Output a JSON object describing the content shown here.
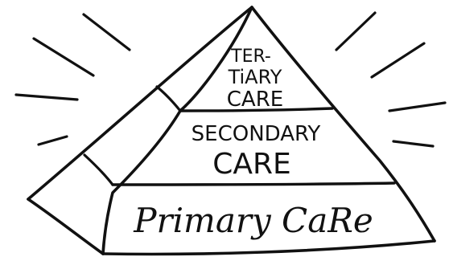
{
  "tiers": [
    {
      "lines": [
        "TER-",
        "TiARY",
        "CARE"
      ]
    },
    {
      "lines": [
        "SECONDARY",
        "CARE"
      ]
    },
    {
      "lines": [
        "Primary CaRe"
      ]
    }
  ]
}
